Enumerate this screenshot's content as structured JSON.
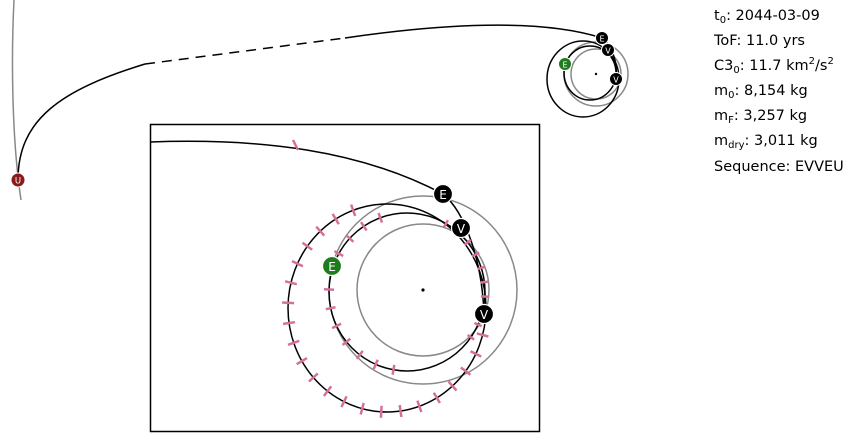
{
  "mission": {
    "t0": {
      "symbol": "t",
      "sub": "0",
      "value": ": 2044-03-09"
    },
    "tof": {
      "label": "ToF",
      "value": ": 11.0 yrs"
    },
    "c3": {
      "symbol": "C3",
      "sub": "0",
      "value": ": 11.7 km",
      "sup1": "2",
      "mid": "/s",
      "sup2": "2"
    },
    "m0": {
      "symbol": "m",
      "sub": "0",
      "value": ": 8,154 kg"
    },
    "mf": {
      "symbol": "m",
      "sub": "F",
      "value": ": 3,257 kg"
    },
    "mdry": {
      "symbol": "m",
      "sub": "dry",
      "value": ": 3,011 kg"
    },
    "sequence": {
      "label": "Sequence",
      "value": ": EVVEU"
    }
  },
  "bodies": {
    "uranus": {
      "label": "U",
      "color": "#8b1a1a"
    },
    "earth_launch": {
      "label": "E",
      "color": "#1e7b1e"
    },
    "venus_1": {
      "label": "V",
      "color": "#000000"
    },
    "venus_2": {
      "label": "V",
      "color": "#000000"
    },
    "earth_flyby": {
      "label": "E",
      "color": "#000000"
    }
  },
  "colors": {
    "trajectory": "#000000",
    "planet_orbit": "#808080",
    "thrust": "#d4709a"
  }
}
